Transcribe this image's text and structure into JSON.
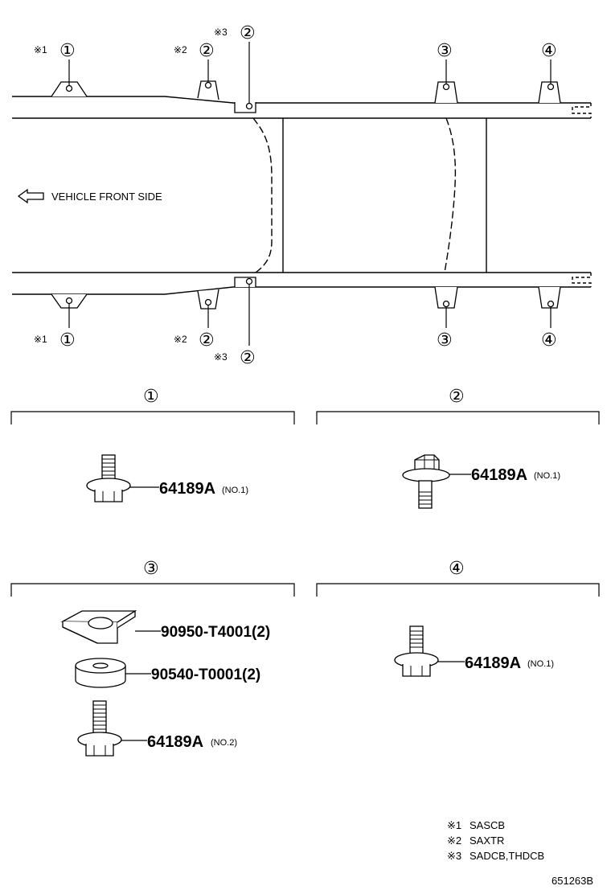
{
  "frame_view": {
    "direction_label": "VEHICLE FRONT SIDE",
    "markers": {
      "m1_top": {
        "note": "※1",
        "num": "①"
      },
      "m2_top": {
        "note": "※2",
        "num": "②"
      },
      "m2b_top": {
        "note": "※3",
        "num": "②"
      },
      "m3_top": {
        "num": "③"
      },
      "m4_top": {
        "num": "④"
      },
      "m1_bot": {
        "note": "※1",
        "num": "①"
      },
      "m2_bot": {
        "note": "※2",
        "num": "②"
      },
      "m2b_bot": {
        "note": "※3",
        "num": "②"
      },
      "m3_bot": {
        "num": "③"
      },
      "m4_bot": {
        "num": "④"
      }
    }
  },
  "groups": {
    "g1": {
      "num": "①",
      "parts": [
        {
          "part_no": "64189A",
          "suffix": "(NO.1)"
        }
      ]
    },
    "g2": {
      "num": "②",
      "parts": [
        {
          "part_no": "64189A",
          "suffix": "(NO.1)"
        }
      ]
    },
    "g3": {
      "num": "③",
      "parts": [
        {
          "part_no": "90950-T4001(2)"
        },
        {
          "part_no": "90540-T0001(2)"
        },
        {
          "part_no": "64189A",
          "suffix": "(NO.2)"
        }
      ]
    },
    "g4": {
      "num": "④",
      "parts": [
        {
          "part_no": "64189A",
          "suffix": "(NO.1)"
        }
      ]
    }
  },
  "notes": [
    {
      "mark": "※1",
      "text": "SASCB"
    },
    {
      "mark": "※2",
      "text": "SAXTR"
    },
    {
      "mark": "※3",
      "text": "SADCB,THDCB"
    }
  ],
  "figure_id": "651263B"
}
